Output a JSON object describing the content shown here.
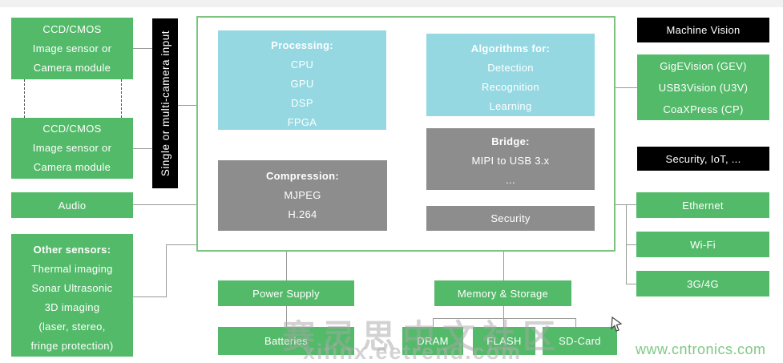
{
  "left_column": {
    "camera1": {
      "lines": [
        "CCD/CMOS",
        "Image sensor or",
        "Camera module"
      ]
    },
    "camera2": {
      "lines": [
        "CCD/CMOS",
        "Image sensor or",
        "Camera module"
      ]
    },
    "audio_label": "Audio",
    "other_sensors": {
      "title": "Other sensors:",
      "items": [
        "Thermal imaging",
        "Sonar Ultrasonic",
        "3D imaging",
        "(laser, stereo,",
        "fringe protection)"
      ]
    }
  },
  "input_bar_label": "Single or multi-camera input",
  "core": {
    "processing": {
      "title": "Processing:",
      "items": [
        "CPU",
        "GPU",
        "DSP",
        "FPGA"
      ]
    },
    "algorithms": {
      "title": "Algorithms for:",
      "items": [
        "Detection",
        "Recognition",
        "Learning"
      ]
    },
    "compression": {
      "title": "Compression:",
      "items": [
        "MJPEG",
        "H.264"
      ]
    },
    "bridge": {
      "title": "Bridge:",
      "items": [
        "MIPI to USB 3.x",
        "..."
      ]
    },
    "security_label": "Security"
  },
  "right_column": {
    "machine_vision_label": "Machine Vision",
    "standards": {
      "items": [
        "GigEVision (GEV)",
        "USB3Vision (U3V)",
        "CoaXPress (CP)"
      ]
    },
    "security_iot_label": "Security, IoT, ...",
    "ethernet_label": "Ethernet",
    "wifi_label": "Wi-Fi",
    "cellular_label": "3G/4G"
  },
  "bottom_row": {
    "power_supply_label": "Power Supply",
    "batteries_label": "Batteries",
    "memory_storage_label": "Memory & Storage",
    "dram_label": "DRAM",
    "flash_label": "FLASH",
    "sd_card_label": "SD-Card"
  },
  "watermarks": {
    "center_cn": "赛灵思中文社区",
    "center_url": "xilinx.eetrend.com",
    "bottom_right_url": "www.cntronics.com"
  },
  "colors": {
    "box_green": "#53ba69",
    "box_blue": "#95d8e2",
    "box_gray": "#8d8d8d",
    "box_black": "#000000",
    "container_border": "#7cc47f",
    "connector": "#9a9a9a",
    "watermark_green": "#6abf6e"
  }
}
